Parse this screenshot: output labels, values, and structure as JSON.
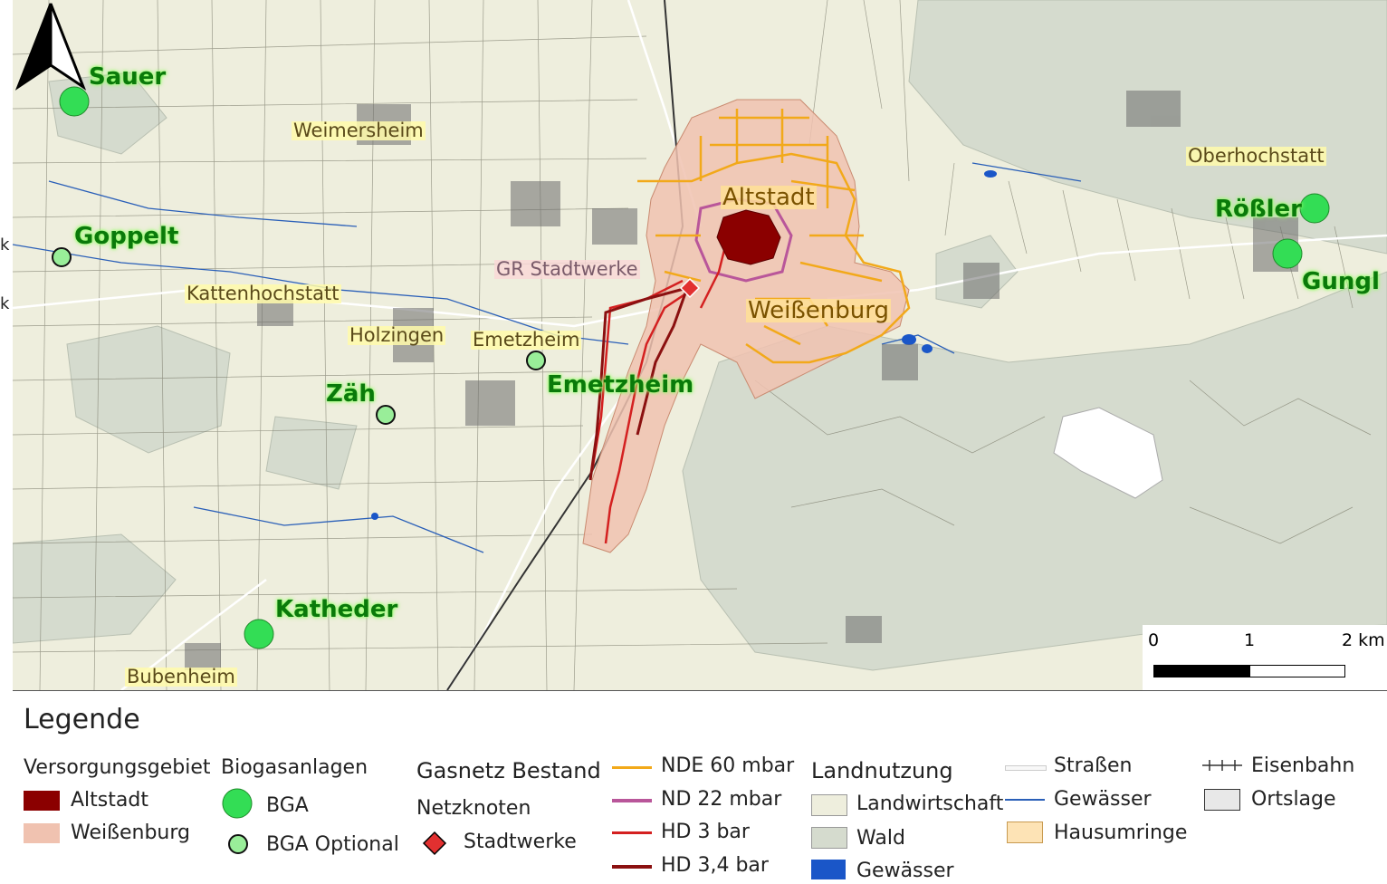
{
  "map": {
    "places": [
      {
        "id": "weimersheim",
        "label": "Weimersheim"
      },
      {
        "id": "kattenhochstatt",
        "label": "Kattenhochstatt"
      },
      {
        "id": "holzingen",
        "label": "Holzingen"
      },
      {
        "id": "emetzheim-place",
        "label": "Emetzheim"
      },
      {
        "id": "bubenheim",
        "label": "Bubenheim"
      },
      {
        "id": "oberhochstatt",
        "label": "Oberhochstatt"
      }
    ],
    "bga": [
      {
        "id": "sauer",
        "label": "Sauer",
        "type": "BGA"
      },
      {
        "id": "goppelt",
        "label": "Goppelt",
        "type": "BGA Optional"
      },
      {
        "id": "zaeh",
        "label": "Zäh",
        "type": "BGA Optional"
      },
      {
        "id": "emetzheim-bga",
        "label": "Emetzheim",
        "type": "BGA Optional"
      },
      {
        "id": "katheder",
        "label": "Katheder",
        "type": "BGA"
      },
      {
        "id": "roessler",
        "label": "Rößler",
        "type": "BGA"
      },
      {
        "id": "gungl",
        "label": "Gungl",
        "type": "BGA"
      }
    ],
    "areas": {
      "altstadt": "Altstadt",
      "weissenburg": "Weißenburg"
    },
    "stadtwerke_label": "GR Stadtwerke",
    "left_edge_text": [
      "k",
      "k"
    ],
    "scalebar": {
      "ticks": [
        "0",
        "1",
        "2 km"
      ]
    },
    "colors": {
      "landwirtschaft": "#eeeedd",
      "wald": "#d5dbce",
      "gewaesser": "#1a56c8",
      "altstadt": "#8b0000",
      "weissenburg": "#f0c2b0",
      "nde": "#f2a91a",
      "nd": "#b9569a",
      "hd3": "#d42020",
      "hd34": "#8b1010",
      "bga": "#33dd55",
      "bga_optional": "#99ee99"
    }
  },
  "legend": {
    "title": "Legende",
    "versorgungsgebiet": {
      "heading": "Versorgungsgebiet",
      "items": [
        "Altstadt",
        "Weißenburg"
      ]
    },
    "biogas": {
      "heading": "Biogasanlagen",
      "items": [
        "BGA",
        "BGA Optional"
      ]
    },
    "gasnetz": {
      "heading": "Gasnetz Bestand",
      "sub": "Netzknoten",
      "node": "Stadtwerke"
    },
    "lines": [
      "NDE 60 mbar",
      "ND 22 mbar",
      "HD 3 bar",
      "HD 3,4 bar"
    ],
    "landnutzung": {
      "heading": "Landnutzung",
      "items": [
        "Landwirtschaft",
        "Wald",
        "Gewässer"
      ]
    },
    "infra": [
      "Straßen",
      "Gewässer",
      "Hausumringe"
    ],
    "rail": [
      "Eisenbahn",
      "Ortslage"
    ]
  }
}
